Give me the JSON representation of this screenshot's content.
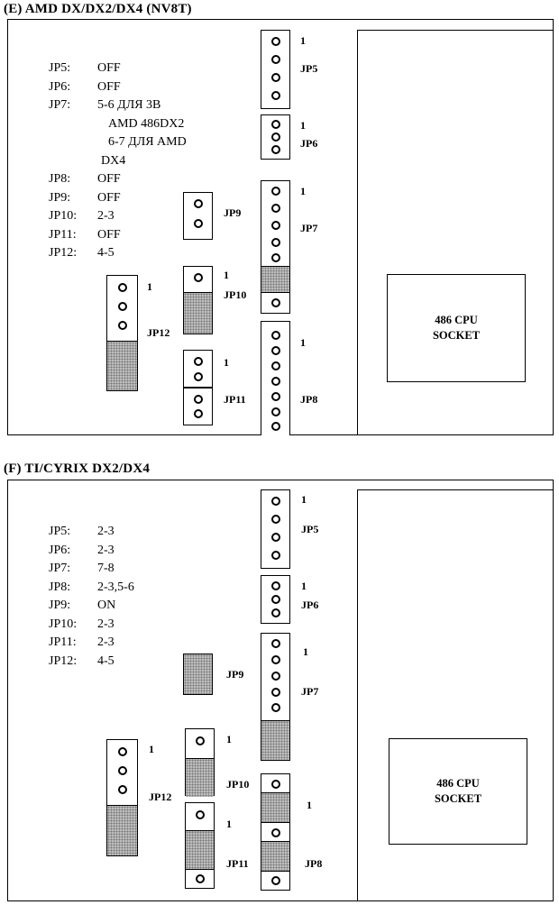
{
  "section_e": {
    "title": "(E) AMD DX/DX2/DX4 (NV8T)",
    "settings": [
      {
        "jp": "JP5:",
        "value": "OFF"
      },
      {
        "jp": "JP6:",
        "value": "OFF"
      },
      {
        "jp": "JP7:",
        "value": "5-6 ДЛЯ 3В"
      },
      {
        "jp": "",
        "value": "AMD 486DX2"
      },
      {
        "jp": "",
        "value": "6-7 ДЛЯ AMD"
      },
      {
        "jp": "",
        "value": "DX4"
      },
      {
        "jp": "JP8:",
        "value": "OFF"
      },
      {
        "jp": "JP9:",
        "value": "OFF"
      },
      {
        "jp": "JP10:",
        "value": "2-3"
      },
      {
        "jp": "JP11:",
        "value": "OFF"
      },
      {
        "jp": "JP12:",
        "value": "4-5"
      }
    ],
    "socket": [
      "486 CPU",
      "SOCKET"
    ],
    "labels": {
      "jp5": "JP5",
      "jp6": "JP6",
      "jp7": "JP7",
      "jp8": "JP8",
      "jp9": "JP9",
      "jp10": "JP10",
      "jp11": "JP11",
      "jp12": "JP12"
    },
    "pin_one": "1"
  },
  "section_f": {
    "title": "(F) TI/CYRIX DX2/DX4",
    "settings": [
      {
        "jp": "JP5:",
        "value": "2-3"
      },
      {
        "jp": "JP6:",
        "value": "2-3"
      },
      {
        "jp": "JP7:",
        "value": "7-8"
      },
      {
        "jp": "JP8:",
        "value": "2-3,5-6"
      },
      {
        "jp": "JP9:",
        "value": "ON"
      },
      {
        "jp": "JP10:",
        "value": "2-3"
      },
      {
        "jp": "JP11:",
        "value": "2-3"
      },
      {
        "jp": "JP12:",
        "value": "4-5"
      }
    ],
    "socket": [
      "486 CPU",
      "SOCKET"
    ],
    "labels": {
      "jp5": "JP5",
      "jp6": "JP6",
      "jp7": "JP7",
      "jp8": "JP8",
      "jp9": "JP9",
      "jp10": "JP10",
      "jp11": "JP11",
      "jp12": "JP12"
    },
    "pin_one": "1"
  }
}
